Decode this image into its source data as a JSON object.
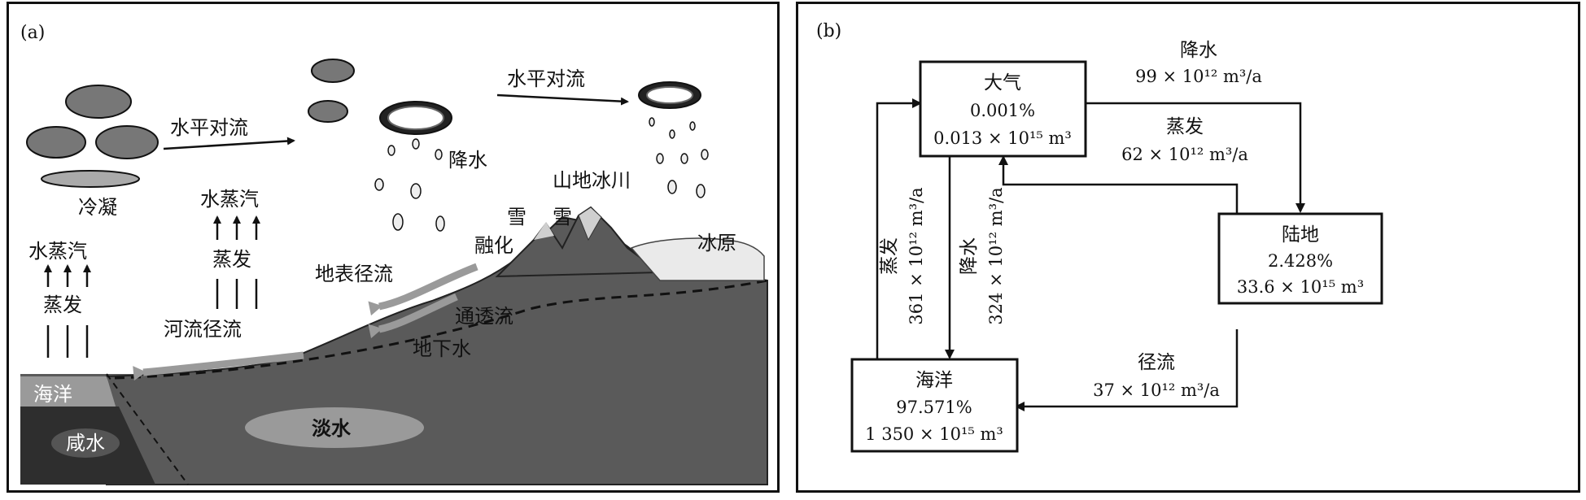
{
  "panel_a": {
    "tag": "(a)",
    "labels": {
      "condense": "冷凝",
      "horiz_adv_1": "水平对流",
      "horiz_adv_2": "水平对流",
      "precip": "降水",
      "vapor_1": "水蒸汽",
      "evap_1": "蒸发",
      "vapor_2": "水蒸汽",
      "evap_2": "蒸发",
      "mountain_glacier": "山地冰川",
      "snow_1": "雪",
      "snow_2": "雪",
      "melt": "融化",
      "ice_field": "冰原",
      "surface_runoff": "地表径流",
      "infiltration": "通透流",
      "river_runoff": "河流径流",
      "groundwater": "地下水",
      "ocean": "海洋",
      "saltwater": "咸水",
      "freshwater": "淡水"
    }
  },
  "panel_b": {
    "tag": "(b)",
    "atmosphere": {
      "name": "大气",
      "pct": "0.001%",
      "vol": "0.013 × 10¹⁵ m³"
    },
    "land": {
      "name": "陆地",
      "pct": "2.428%",
      "vol": "33.6 × 10¹⁵ m³"
    },
    "ocean": {
      "name": "海洋",
      "pct": "97.571%",
      "vol": "1 350 × 10¹⁵ m³"
    },
    "flows": {
      "land_precip": {
        "name": "降水",
        "value": "99 × 10¹² m³/a"
      },
      "land_evap": {
        "name": "蒸发",
        "value": "62 × 10¹² m³/a"
      },
      "runoff": {
        "name": "径流",
        "value": "37 × 10¹² m³/a"
      },
      "ocean_evap": {
        "name": "蒸发",
        "value": "361 × 10¹² m³/a"
      },
      "ocean_precip": {
        "name": "降水",
        "value": "324 × 10¹² m³/a"
      }
    }
  }
}
